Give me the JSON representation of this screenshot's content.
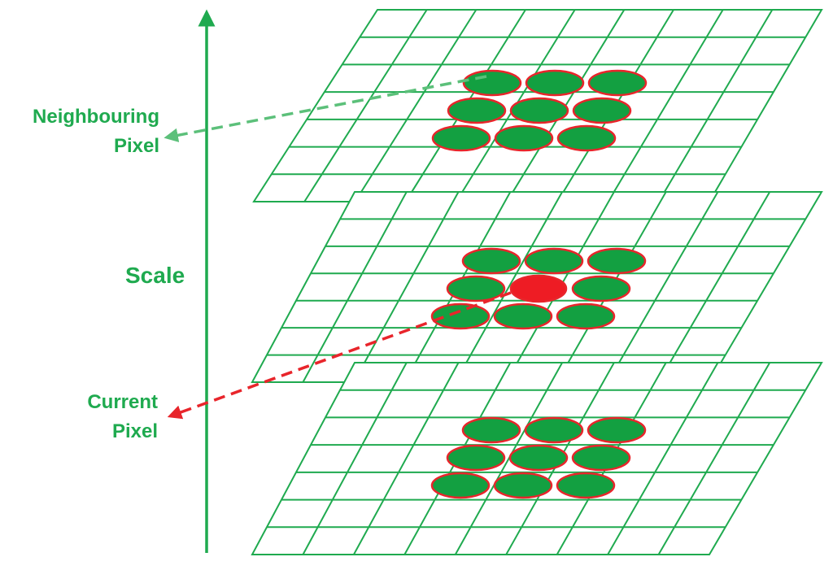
{
  "labels": {
    "neighbouring_line1": "Neighbouring",
    "neighbouring_line2": "Pixel",
    "scale": "Scale",
    "current_line1": "Current",
    "current_line2": "Pixel"
  },
  "colors": {
    "grid": "#1faa4f",
    "label": "#1faa4f",
    "blob_fill": "#13a041",
    "blob_stroke": "#e8252b",
    "current_pixel": "#ee1c24",
    "neighbour_arrow": "#5cc07a",
    "current_arrow": "#e8252b",
    "axis": "#1faa4f"
  },
  "diagram": {
    "layers": [
      {
        "id": "upper",
        "grid_cols": 9,
        "grid_rows": 7,
        "center_pixel_highlighted": false
      },
      {
        "id": "middle",
        "grid_cols": 9,
        "grid_rows": 7,
        "center_pixel_highlighted": true
      },
      {
        "id": "lower",
        "grid_cols": 9,
        "grid_rows": 7,
        "center_pixel_highlighted": false
      }
    ],
    "neighbourhood_size": 3
  }
}
